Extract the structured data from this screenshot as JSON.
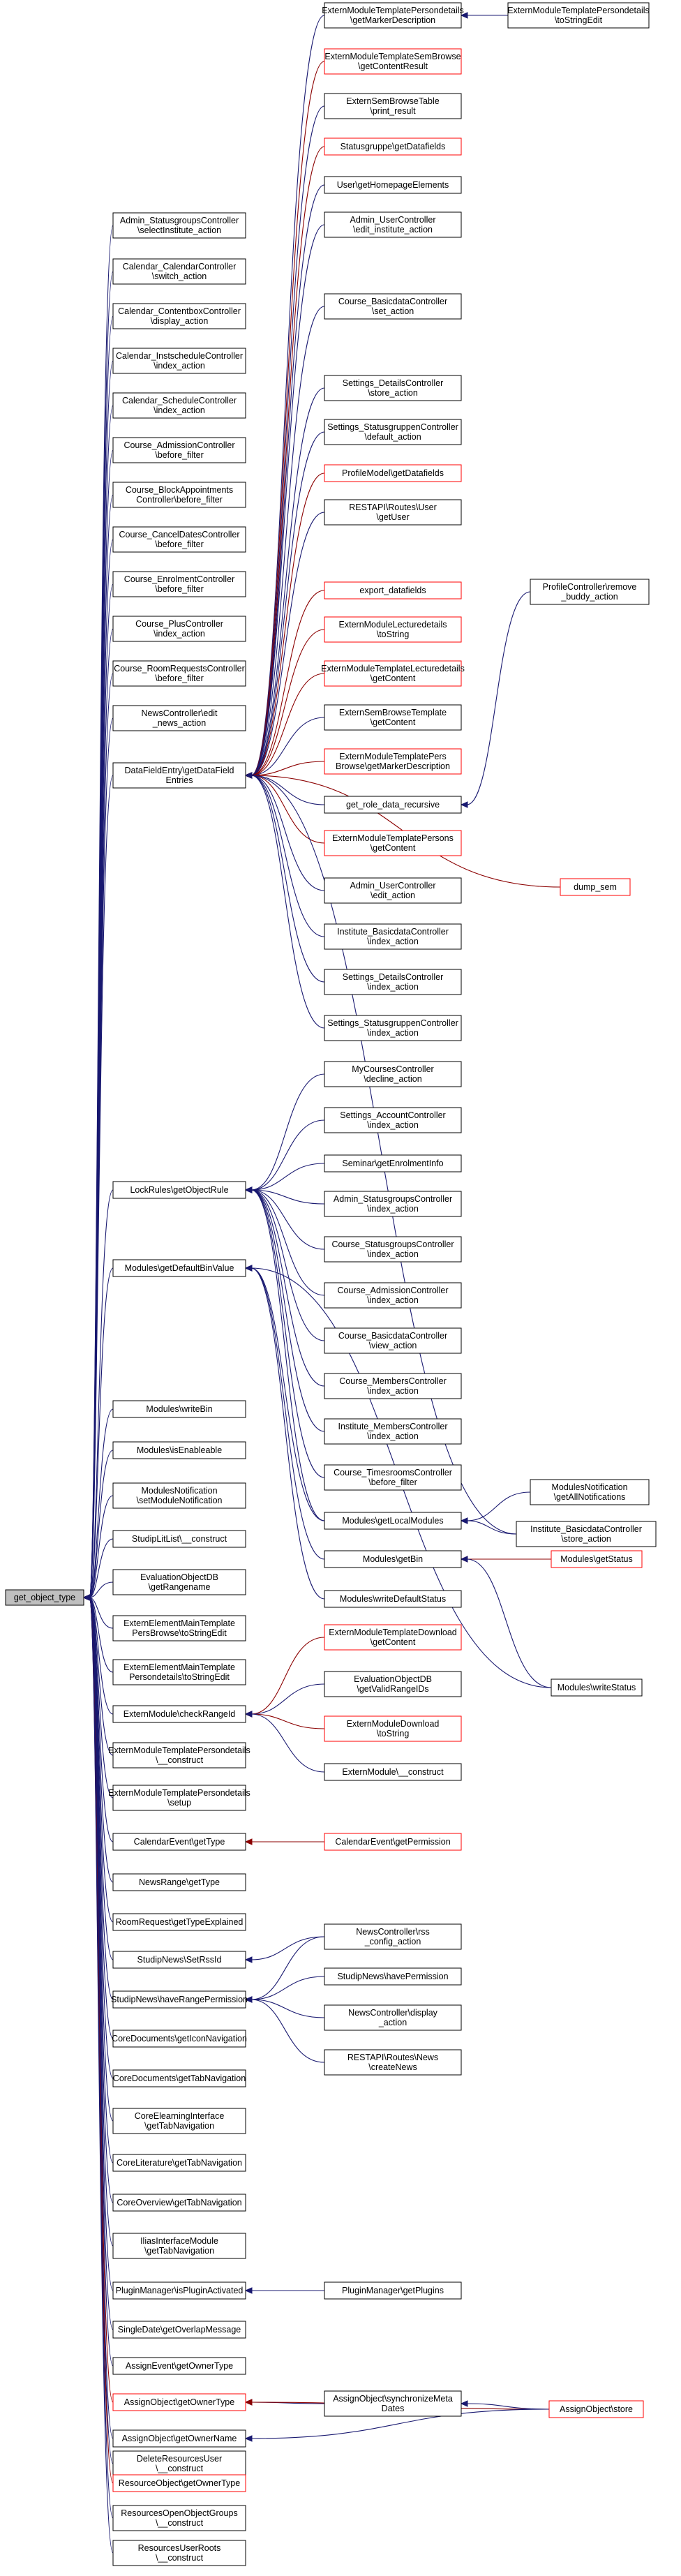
{
  "title": "",
  "colors": {
    "edge": "#191970",
    "edge_red": "#8b0000",
    "node_border": "#000000",
    "node_border_red": "#ff0000",
    "root_fill": "#bfbfbf"
  },
  "nodes": [
    {
      "id": "root",
      "lines": [
        "get_object_type"
      ]
    },
    {
      "id": "n_admstat",
      "lines": [
        "Admin_StatusgroupsController",
        "\\selectInstitute_action"
      ]
    },
    {
      "id": "n_calcal",
      "lines": [
        "Calendar_CalendarController",
        "\\switch_action"
      ]
    },
    {
      "id": "n_calcont",
      "lines": [
        "Calendar_ContentboxController",
        "\\display_action"
      ]
    },
    {
      "id": "n_calinst",
      "lines": [
        "Calendar_InstscheduleController",
        "\\index_action"
      ]
    },
    {
      "id": "n_calsched",
      "lines": [
        "Calendar_ScheduleController",
        "\\index_action"
      ]
    },
    {
      "id": "n_coadm",
      "lines": [
        "Course_AdmissionController",
        "\\before_filter"
      ]
    },
    {
      "id": "n_coblock",
      "lines": [
        "Course_BlockAppointments",
        "Controller\\before_filter"
      ]
    },
    {
      "id": "n_cocancel",
      "lines": [
        "Course_CancelDatesController",
        "\\before_filter"
      ]
    },
    {
      "id": "n_coenrol",
      "lines": [
        "Course_EnrolmentController",
        "\\before_filter"
      ]
    },
    {
      "id": "n_coplus",
      "lines": [
        "Course_PlusController",
        "\\index_action"
      ]
    },
    {
      "id": "n_coroom",
      "lines": [
        "Course_RoomRequestsController",
        "\\before_filter"
      ]
    },
    {
      "id": "n_newsedit",
      "lines": [
        "NewsController\\edit",
        "_news_action"
      ]
    },
    {
      "id": "n_dfe",
      "lines": [
        "DataFieldEntry\\getDataField",
        "Entries"
      ]
    },
    {
      "id": "n_lockrules",
      "lines": [
        "LockRules\\getObjectRule"
      ]
    },
    {
      "id": "n_moddef",
      "lines": [
        "Modules\\getDefaultBinValue"
      ]
    },
    {
      "id": "n_modwrite",
      "lines": [
        "Modules\\writeBin"
      ]
    },
    {
      "id": "n_modisen",
      "lines": [
        "Modules\\isEnableable"
      ]
    },
    {
      "id": "n_modnotif",
      "lines": [
        "ModulesNotification",
        "\\setModuleNotification"
      ]
    },
    {
      "id": "n_studiplit",
      "lines": [
        "StudipLitList\\__construct"
      ]
    },
    {
      "id": "n_evalobj",
      "lines": [
        "EvaluationObjectDB",
        "\\getRangename"
      ]
    },
    {
      "id": "n_extmainpers",
      "lines": [
        "ExternElementMainTemplate",
        "PersBrowse\\toStringEdit"
      ]
    },
    {
      "id": "n_extmaindet",
      "lines": [
        "ExternElementMainTemplate",
        "Persondetails\\toStringEdit"
      ]
    },
    {
      "id": "n_extcheck",
      "lines": [
        "ExternModule\\checkRangeId"
      ]
    },
    {
      "id": "n_extpdcons",
      "lines": [
        "ExternModuleTemplatePersondetails",
        "\\__construct"
      ]
    },
    {
      "id": "n_extpdsetup",
      "lines": [
        "ExternModuleTemplatePersondetails",
        "\\setup"
      ]
    },
    {
      "id": "n_caltype",
      "lines": [
        "CalendarEvent\\getType"
      ]
    },
    {
      "id": "n_newsrange",
      "lines": [
        "NewsRange\\getType"
      ]
    },
    {
      "id": "n_roomreq",
      "lines": [
        "RoomRequest\\getTypeExplained"
      ]
    },
    {
      "id": "n_studipnewsrss",
      "lines": [
        "StudipNews\\SetRssId"
      ]
    },
    {
      "id": "n_studipnewshave",
      "lines": [
        "StudipNews\\haveRangePermission"
      ]
    },
    {
      "id": "n_coredocicon",
      "lines": [
        "CoreDocuments\\getIconNavigation"
      ]
    },
    {
      "id": "n_coredoctab",
      "lines": [
        "CoreDocuments\\getTabNavigation"
      ]
    },
    {
      "id": "n_coreelearn",
      "lines": [
        "CoreElearningInterface",
        "\\getTabNavigation"
      ]
    },
    {
      "id": "n_corelit",
      "lines": [
        "CoreLiterature\\getTabNavigation"
      ]
    },
    {
      "id": "n_coreover",
      "lines": [
        "CoreOverview\\getTabNavigation"
      ]
    },
    {
      "id": "n_ilias",
      "lines": [
        "IliasInterfaceModule",
        "\\getTabNavigation"
      ]
    },
    {
      "id": "n_pluginact",
      "lines": [
        "PluginManager\\isPluginActivated"
      ]
    },
    {
      "id": "n_singledate",
      "lines": [
        "SingleDate\\getOverlapMessage"
      ]
    },
    {
      "id": "n_assignevt",
      "lines": [
        "AssignEvent\\getOwnerType"
      ]
    },
    {
      "id": "n_assignobjtype",
      "lines": [
        "AssignObject\\getOwnerType"
      ],
      "red": true
    },
    {
      "id": "n_assignobjname",
      "lines": [
        "AssignObject\\getOwnerName"
      ]
    },
    {
      "id": "n_delres",
      "lines": [
        "DeleteResourcesUser",
        "\\__construct"
      ]
    },
    {
      "id": "n_resobj",
      "lines": [
        "ResourceObject\\getOwnerType"
      ],
      "red": true
    },
    {
      "id": "n_resopen",
      "lines": [
        "ResourcesOpenObjectGroups",
        "\\__construct"
      ]
    },
    {
      "id": "n_resuser",
      "lines": [
        "ResourcesUserRoots",
        "\\__construct"
      ]
    },
    {
      "id": "m_extpdmarker",
      "lines": [
        "ExternModuleTemplatePersondetails",
        "\\getMarkerDescription"
      ]
    },
    {
      "id": "m_extsembrowse",
      "lines": [
        "ExternModuleTemplateSemBrowse",
        "\\getContentResult"
      ],
      "red": true
    },
    {
      "id": "m_extsemtable",
      "lines": [
        "ExternSemBrowseTable",
        "\\print_result"
      ]
    },
    {
      "id": "m_statusgrupper",
      "lines": [
        "Statusgruppe\\getDatafields"
      ],
      "red": true
    },
    {
      "id": "m_userhome",
      "lines": [
        "User\\getHomepageElements"
      ]
    },
    {
      "id": "m_adminuser1",
      "lines": [
        "Admin_UserController",
        "\\edit_institute_action"
      ]
    },
    {
      "id": "m_cobasic",
      "lines": [
        "Course_BasicdataController",
        "\\set_action"
      ]
    },
    {
      "id": "m_setdetails",
      "lines": [
        "Settings_DetailsController",
        "\\store_action"
      ]
    },
    {
      "id": "m_setstatus",
      "lines": [
        "Settings_StatusgruppenController",
        "\\default_action"
      ]
    },
    {
      "id": "m_profilemodel",
      "lines": [
        "ProfileModel\\getDatafields"
      ],
      "red": true
    },
    {
      "id": "m_restuser",
      "lines": [
        "RESTAPI\\Routes\\User",
        "\\getUser"
      ]
    },
    {
      "id": "m_export",
      "lines": [
        "export_datafields"
      ],
      "red": true
    },
    {
      "id": "m_extlect",
      "lines": [
        "ExternModuleLecturedetails",
        "\\toString"
      ],
      "red": true
    },
    {
      "id": "m_extlectcont",
      "lines": [
        "ExternModuleTemplateLecturedetails",
        "\\getContent"
      ],
      "red": true
    },
    {
      "id": "m_extsemtmpl",
      "lines": [
        "ExternSemBrowseTemplate",
        "\\getContent"
      ]
    },
    {
      "id": "m_extperbrowse",
      "lines": [
        "ExternModuleTemplatePers",
        "Browse\\getMarkerDescription"
      ],
      "red": true
    },
    {
      "id": "m_getrole",
      "lines": [
        "get_role_data_recursive"
      ]
    },
    {
      "id": "m_extpersons",
      "lines": [
        "ExternModuleTemplatePersons",
        "\\getContent"
      ],
      "red": true
    },
    {
      "id": "m_adminuser2",
      "lines": [
        "Admin_UserController",
        "\\edit_action"
      ]
    },
    {
      "id": "m_instbasic",
      "lines": [
        "Institute_BasicdataController",
        "\\index_action"
      ]
    },
    {
      "id": "m_setdetidx",
      "lines": [
        "Settings_DetailsController",
        "\\index_action"
      ]
    },
    {
      "id": "m_setstatidx",
      "lines": [
        "Settings_StatusgruppenController",
        "\\index_action"
      ]
    },
    {
      "id": "m_mycourses",
      "lines": [
        "MyCoursesController",
        "\\decline_action"
      ]
    },
    {
      "id": "m_setaccount",
      "lines": [
        "Settings_AccountController",
        "\\index_action"
      ]
    },
    {
      "id": "m_seminar",
      "lines": [
        "Seminar\\getEnrolmentInfo"
      ]
    },
    {
      "id": "m_adminstatidx",
      "lines": [
        "Admin_StatusgroupsController",
        "\\index_action"
      ]
    },
    {
      "id": "m_costatidx",
      "lines": [
        "Course_StatusgroupsController",
        "\\index_action"
      ]
    },
    {
      "id": "m_coadmidx",
      "lines": [
        "Course_AdmissionController",
        "\\index_action"
      ]
    },
    {
      "id": "m_cobasicview",
      "lines": [
        "Course_BasicdataController",
        "\\view_action"
      ]
    },
    {
      "id": "m_comembers",
      "lines": [
        "Course_MembersController",
        "\\index_action"
      ]
    },
    {
      "id": "m_instmembers",
      "lines": [
        "Institute_MembersController",
        "\\index_action"
      ]
    },
    {
      "id": "m_cotimes",
      "lines": [
        "Course_TimesroomsController",
        "\\before_filter"
      ]
    },
    {
      "id": "m_modlocal",
      "lines": [
        "Modules\\getLocalModules"
      ]
    },
    {
      "id": "m_modgetbin",
      "lines": [
        "Modules\\getBin"
      ]
    },
    {
      "id": "m_modwritedef",
      "lines": [
        "Modules\\writeDefaultStatus"
      ]
    },
    {
      "id": "m_extdlcontent",
      "lines": [
        "ExternModuleTemplateDownload",
        "\\getContent"
      ],
      "red": true
    },
    {
      "id": "m_evalvalid",
      "lines": [
        "EvaluationObjectDB",
        "\\getValidRangeIDs"
      ]
    },
    {
      "id": "m_extdl",
      "lines": [
        "ExternModuleDownload",
        "\\toString"
      ],
      "red": true
    },
    {
      "id": "m_extcons",
      "lines": [
        "ExternModule\\__construct"
      ]
    },
    {
      "id": "m_calperm",
      "lines": [
        "CalendarEvent\\getPermission"
      ],
      "red": true
    },
    {
      "id": "m_newsrss",
      "lines": [
        "NewsController\\rss",
        "_config_action"
      ]
    },
    {
      "id": "m_studipnewsperm",
      "lines": [
        "StudipNews\\havePermission"
      ]
    },
    {
      "id": "m_newsdisplay",
      "lines": [
        "NewsController\\display",
        "_action"
      ]
    },
    {
      "id": "m_restnews",
      "lines": [
        "RESTAPI\\Routes\\News",
        "\\createNews"
      ]
    },
    {
      "id": "m_plugins",
      "lines": [
        "PluginManager\\getPlugins"
      ]
    },
    {
      "id": "m_assignsync",
      "lines": [
        "AssignObject\\synchronizeMeta",
        "Dates"
      ]
    },
    {
      "id": "r_extpdtostr",
      "lines": [
        "ExternModuleTemplatePersondetails",
        "\\toStringEdit"
      ]
    },
    {
      "id": "r_profilectrl",
      "lines": [
        "ProfileController\\remove",
        "_buddy_action"
      ]
    },
    {
      "id": "r_dumpsem",
      "lines": [
        "dump_sem"
      ],
      "red": true
    },
    {
      "id": "r_modnotifall",
      "lines": [
        "ModulesNotification",
        "\\getAllNotifications"
      ]
    },
    {
      "id": "r_instbasicstore",
      "lines": [
        "Institute_BasicdataController",
        "\\store_action"
      ]
    },
    {
      "id": "r_modgetstatus",
      "lines": [
        "Modules\\getStatus"
      ],
      "red": true
    },
    {
      "id": "r_modwritestatus",
      "lines": [
        "Modules\\writeStatus"
      ]
    },
    {
      "id": "r_assignstore",
      "lines": [
        "AssignObject\\store"
      ],
      "red": true
    }
  ]
}
